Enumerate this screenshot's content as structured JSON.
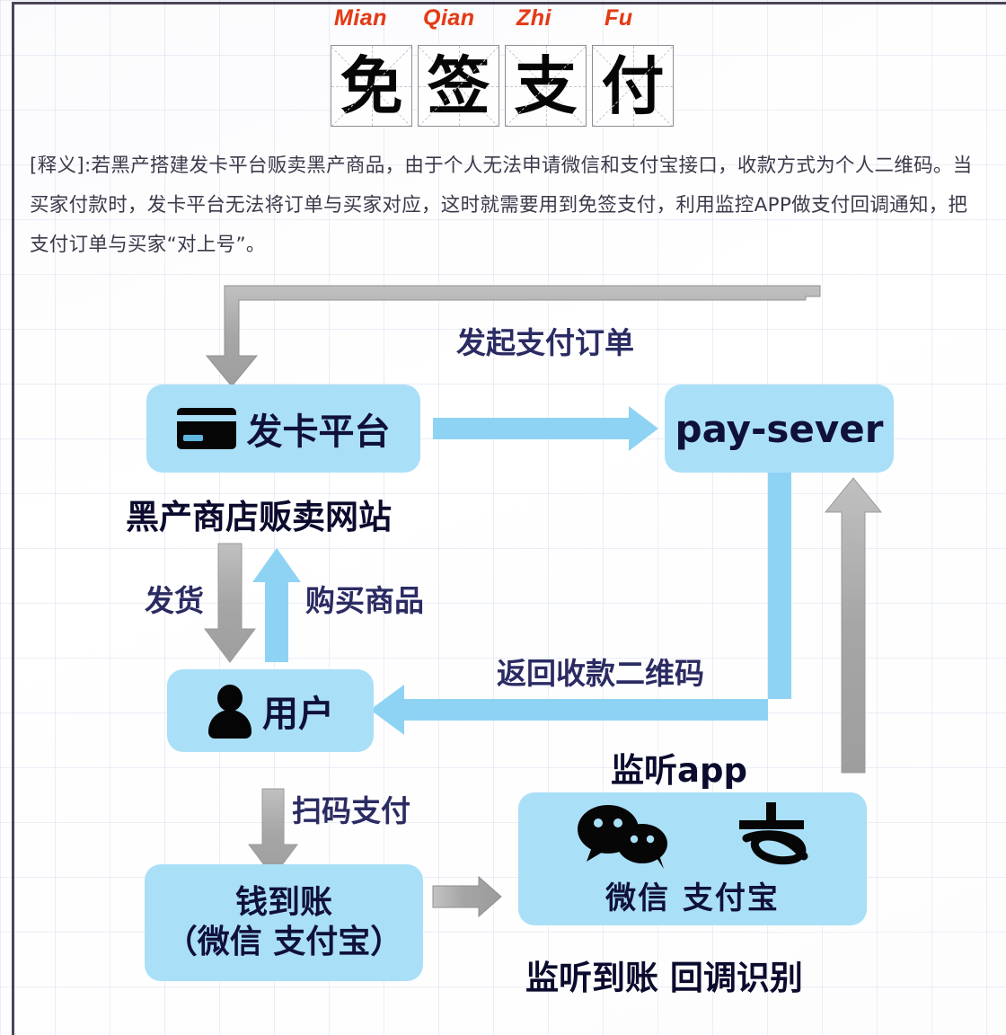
{
  "title": {
    "pinyin": [
      "Mian",
      "Qian",
      "Zhi",
      "Fu"
    ],
    "characters": [
      "免",
      "签",
      "支",
      "付"
    ],
    "pinyin_color": "#e23b16"
  },
  "description": "[释义]:若黑产搭建发卡平台贩卖黑产商品，由于个人无法申请微信和支付宝接口，收款方式为个人二维码。当买家付款时，发卡平台无法将订单与买家对应，这时就需要用到免签支付，利用监控APP做支付回调通知，把支付订单与买家“对上号”。",
  "diagram": {
    "node_fill": "#aadff8",
    "arrow_blue": "#8fd3f4",
    "arrow_gray": "#a8a8a8",
    "nodes": {
      "platform": {
        "label": "发卡平台",
        "icon": "credit-card-icon",
        "sublabel": "黑产商店贩卖网站"
      },
      "payserver": {
        "label": "pay-sever"
      },
      "user": {
        "label": "用户",
        "icon": "person-icon"
      },
      "money": {
        "line1": "钱到账",
        "line2": "（微信 支付宝）"
      },
      "app": {
        "toplabel": "监听app",
        "caption": "微信 支付宝",
        "sublabel": "监听到账 回调识别",
        "icons": [
          "wechat-icon",
          "alipay-icon"
        ]
      }
    },
    "edges": {
      "initiate_order": "发起支付订单",
      "ship_goods": "发货",
      "buy_goods": "购买商品",
      "return_qrcode": "返回收款二维码",
      "scan_pay": "扫码支付"
    }
  }
}
